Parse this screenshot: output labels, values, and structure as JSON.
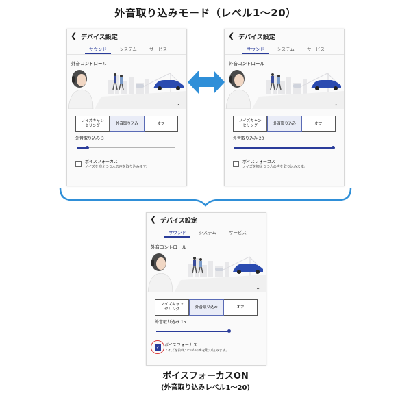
{
  "main_title": "外音取り込みモード（レベル1～20）",
  "colors": {
    "accent": "#2a3c9a",
    "arrow": "#2f8fd8",
    "brace": "#2f8fd8",
    "highlight_circle": "#d93b3b"
  },
  "screens": [
    {
      "back_icon": "chevron-left-icon",
      "title": "デバイス設定",
      "tabs": [
        "サウンド",
        "システム",
        "サービス"
      ],
      "active_tab": "サウンド",
      "section_label": "外音コントロール",
      "segments": [
        "ノイズキャン\nセリング",
        "外音取り込み",
        "オフ"
      ],
      "selected_segment": "外音取り込み",
      "level_label": "外音取り込み 3",
      "level_value": 3,
      "level_max": 20,
      "voice_focus_label": "ボイスフォーカス",
      "voice_focus_desc": "ノイズを抑えつつ人の声を取り込みます。",
      "voice_focus_checked": false
    },
    {
      "back_icon": "chevron-left-icon",
      "title": "デバイス設定",
      "tabs": [
        "サウンド",
        "システム",
        "サービス"
      ],
      "active_tab": "サウンド",
      "section_label": "外音コントロール",
      "segments": [
        "ノイズキャン\nセリング",
        "外音取り込み",
        "オフ"
      ],
      "selected_segment": "外音取り込み",
      "level_label": "外音取り込み 20",
      "level_value": 20,
      "level_max": 20,
      "voice_focus_label": "ボイスフォーカス",
      "voice_focus_desc": "ノイズを抑えつつ人の声を取り込みます。",
      "voice_focus_checked": false
    },
    {
      "back_icon": "chevron-left-icon",
      "title": "デバイス設定",
      "tabs": [
        "サウンド",
        "システム",
        "サービス"
      ],
      "active_tab": "サウンド",
      "section_label": "外音コントロール",
      "segments": [
        "ノイズキャン\nセリング",
        "外音取り込み",
        "オフ"
      ],
      "selected_segment": "外音取り込み",
      "level_label": "外音取り込み 15",
      "level_value": 15,
      "level_max": 20,
      "voice_focus_label": "ボイスフォーカス",
      "voice_focus_desc": "ノイズを抑えつつ人の声を取り込みます。",
      "voice_focus_checked": true
    }
  ],
  "caption": "ボイスフォーカスON",
  "caption_sub": "(外音取り込みレベル1～20)"
}
